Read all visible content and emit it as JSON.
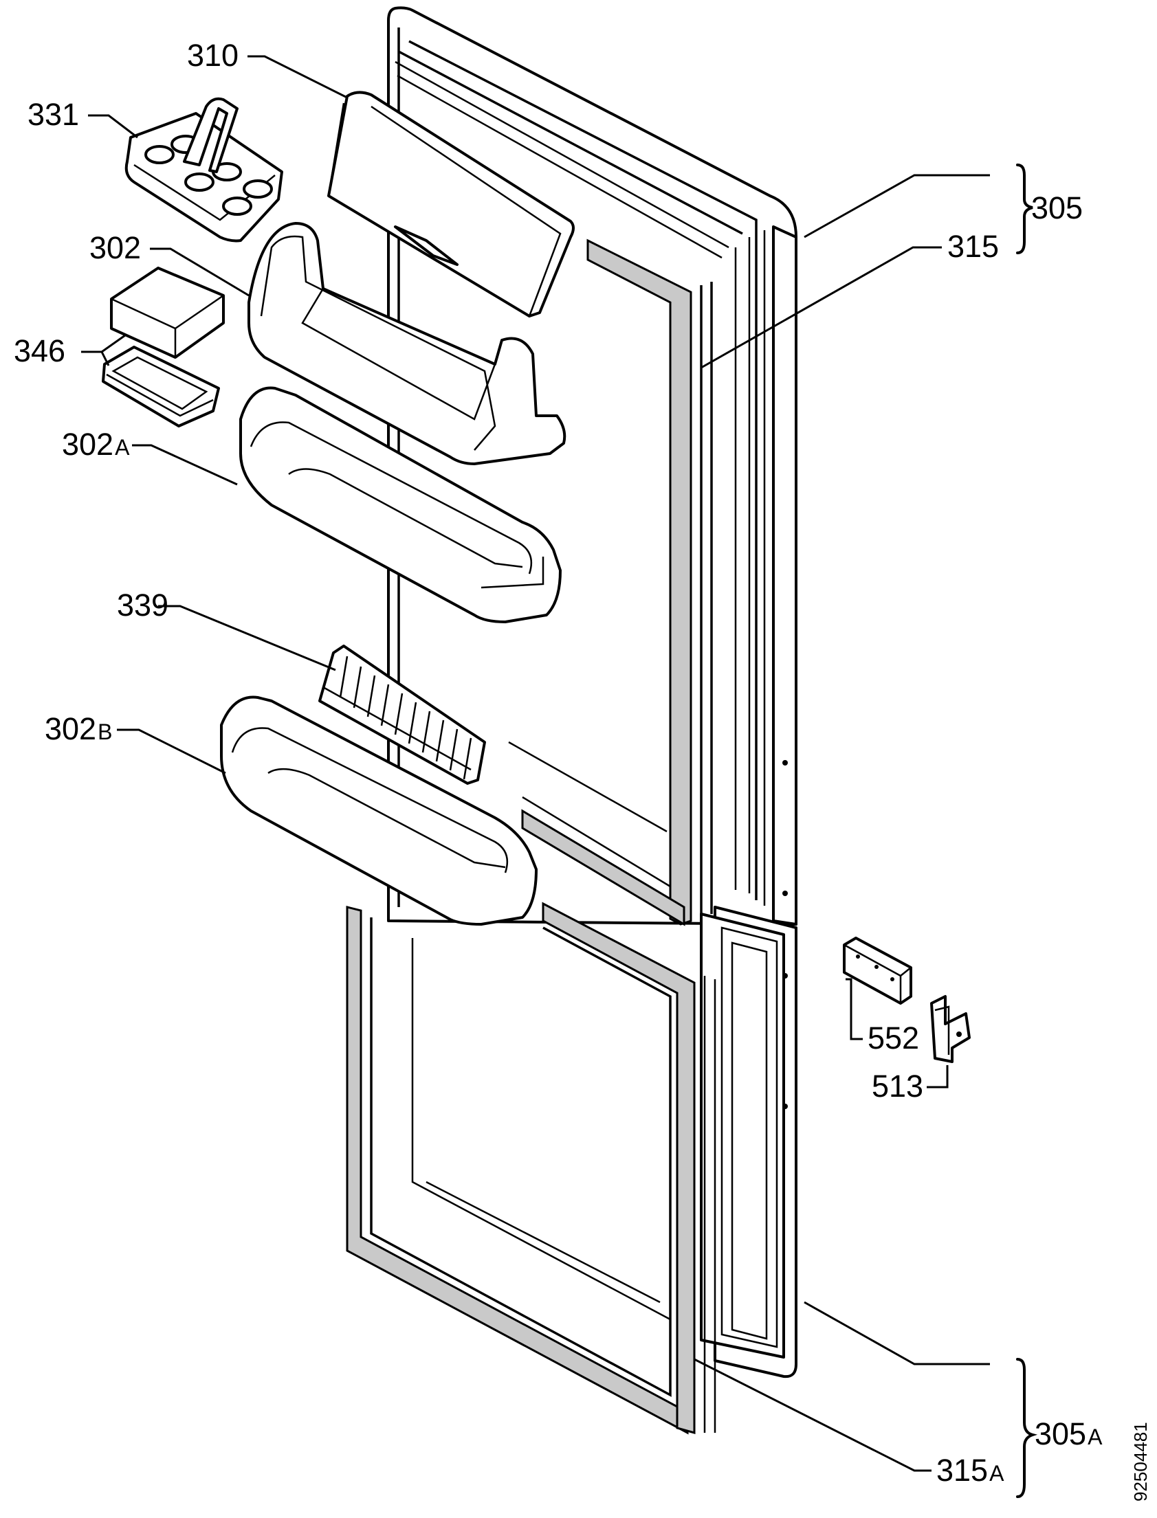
{
  "diagram": {
    "description_labels": {
      "fridge_door": "305",
      "fridge_door_gasket": "315",
      "freezer_door": "305A",
      "freezer_door_gasket": "315A",
      "dairy_compartment_lid": "310",
      "egg_tray": "331",
      "bottle_shelf": "302",
      "shelf_a": "302A",
      "shelf_b": "302B",
      "butter_box": "346",
      "bottle_retainer": "339",
      "hinge_plate": "552",
      "hinge_bracket": "513"
    },
    "labels": [
      {
        "id": "l310",
        "num": "310",
        "suffix": ""
      },
      {
        "id": "l331",
        "num": "331",
        "suffix": ""
      },
      {
        "id": "l302",
        "num": "302",
        "suffix": ""
      },
      {
        "id": "l346",
        "num": "346",
        "suffix": ""
      },
      {
        "id": "l302a",
        "num": "302",
        "suffix": "A"
      },
      {
        "id": "l339",
        "num": "339",
        "suffix": ""
      },
      {
        "id": "l302b",
        "num": "302",
        "suffix": "B"
      },
      {
        "id": "l305",
        "num": "305",
        "suffix": ""
      },
      {
        "id": "l315",
        "num": "315",
        "suffix": ""
      },
      {
        "id": "l552",
        "num": "552",
        "suffix": ""
      },
      {
        "id": "l513",
        "num": "513",
        "suffix": ""
      },
      {
        "id": "l305a",
        "num": "305",
        "suffix": "A"
      },
      {
        "id": "l315a",
        "num": "315",
        "suffix": "A"
      }
    ],
    "document_id": "92504481"
  }
}
